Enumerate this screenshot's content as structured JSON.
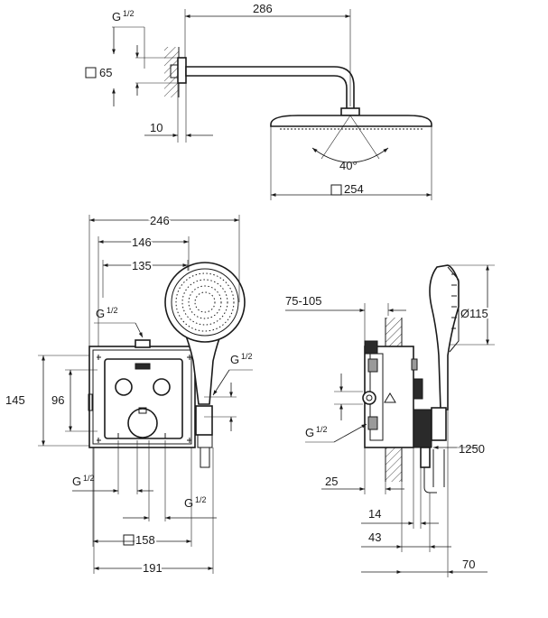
{
  "top_view": {
    "thread_label": "G",
    "thread_fraction": "1/2",
    "flange_size": "65",
    "flange_depth": "10",
    "arm_length": "286",
    "tilt_angle": "40°",
    "head_size": "254"
  },
  "front_view": {
    "overall_width": "246",
    "hand_shower_offset": "146",
    "outlet_offset": "135",
    "inlet_top_thread_label": "G",
    "inlet_top_thread_fraction": "1/2",
    "side_thread_label": "G",
    "side_thread_fraction": "1/2",
    "height_outer": "145",
    "height_inner": "96",
    "bottom_left_thread_label": "G",
    "bottom_left_thread_fraction": "1/2",
    "bottom_right_thread_label": "G",
    "bottom_right_thread_fraction": "1/2",
    "box_size": "158",
    "bottom_width": "191"
  },
  "side_view": {
    "install_depth": "75-105",
    "hand_shower_diameter": "115",
    "thread_label": "G",
    "thread_fraction": "1/2",
    "hose_length": "1250",
    "wall_offset": "25",
    "depth_14": "14",
    "depth_43": "43",
    "depth_70": "70"
  }
}
